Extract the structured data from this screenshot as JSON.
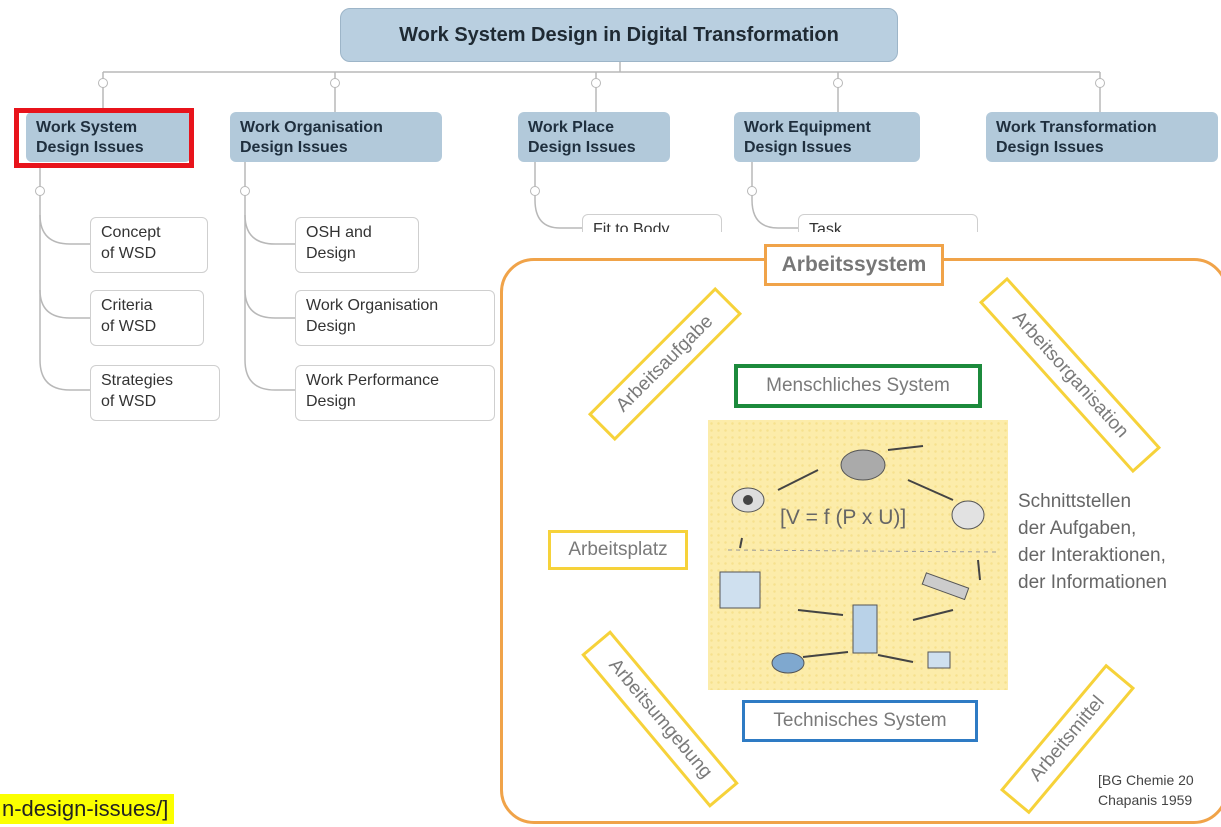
{
  "root": {
    "title": "Work System Design in Digital Transformation"
  },
  "categories": [
    {
      "label": "Work System\nDesign Issues"
    },
    {
      "label": "Work Organisation\nDesign Issues"
    },
    {
      "label": "Work Place\nDesign Issues"
    },
    {
      "label": "Work Equipment\nDesign Issues"
    },
    {
      "label": "Work Transformation\nDesign Issues"
    }
  ],
  "wsd_items": [
    {
      "label": "Concept\nof WSD"
    },
    {
      "label": "Criteria\nof WSD"
    },
    {
      "label": "Strategies\nof WSD"
    }
  ],
  "org_items": [
    {
      "label": "OSH and\nDesign"
    },
    {
      "label": "Work Organisation\nDesign"
    },
    {
      "label": "Work Performance\nDesign"
    }
  ],
  "place_items": [
    {
      "label": "Fit to Body"
    }
  ],
  "equipment_items": [
    {
      "label": "Task"
    }
  ],
  "arbeitssystem": {
    "title": "Arbeitssystem",
    "human_system": "Menschliches System",
    "technical_system": "Technisches System",
    "aufgabe": "Arbeitsaufgabe",
    "organisation": "Arbeitsorganisation",
    "platz": "Arbeitsplatz",
    "umgebung": "Arbeitsumgebung",
    "mittel": "Arbeitsmittel",
    "formula": "[V = f (P x U)]",
    "interfaces": [
      "Schnittstellen",
      "der Aufgaben,",
      "der Interaktionen,",
      "der Informationen"
    ],
    "citation": [
      "[BG Chemie 20",
      "Chapanis 1959"
    ]
  },
  "url_fragment": "n-design-issues/]",
  "colors": {
    "highlight": "#e8131b",
    "orange": "#f0a349",
    "yellow": "#f6d23a",
    "green": "#1c8a3c",
    "blue": "#2e7bc4",
    "node": "#b2c9da"
  }
}
